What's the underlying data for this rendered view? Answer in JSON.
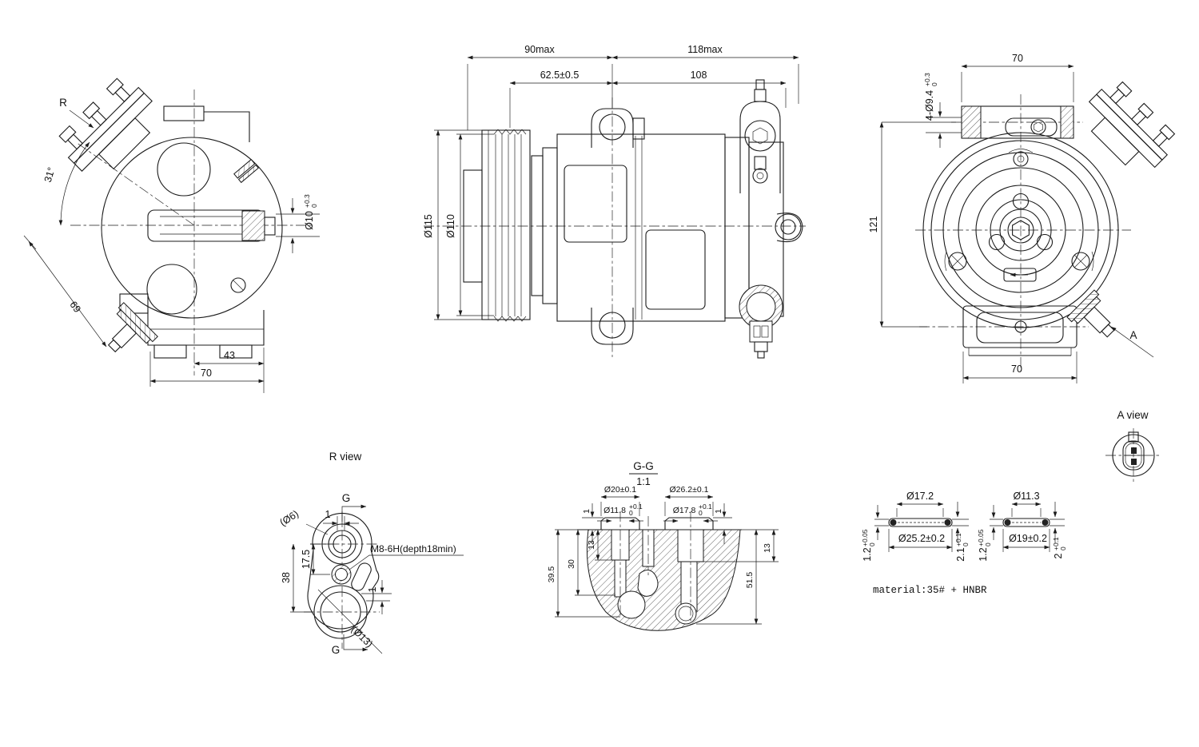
{
  "drawing": {
    "left_view": {
      "view_arrow": "R",
      "angle": "31°",
      "dim_diag": "69",
      "dim_43": "43",
      "dim_70": "70",
      "shaft_dia": "Ø10",
      "shaft_tol_up": "+0.3",
      "shaft_tol_dn": "0"
    },
    "front_view": {
      "dim_90max": "90max",
      "dim_118max": "118max",
      "dim_62_5": "62.5±0.5",
      "dim_108": "108",
      "dia_115": "Ø115",
      "dia_110": "Ø110"
    },
    "right_view": {
      "dim_70_top": "70",
      "holes": "4-Ø9.4",
      "holes_tol_up": "+0.3",
      "holes_tol_dn": "0",
      "dim_121": "121",
      "dim_70_bottom": "70",
      "view_arrow": "A"
    },
    "a_view": {
      "title": "A view"
    },
    "r_view": {
      "title": "R view",
      "cut_top": "G",
      "cut_bottom": "G",
      "dim_1_top": "1",
      "dim_1_bottom": "1",
      "port_small": "(Ø6)",
      "port_large": "(Ø13)",
      "thread_note": "M8-6H(depth18min)",
      "dim_17_5": "17.5",
      "dim_38": "38"
    },
    "section_gg": {
      "title": "G-G",
      "scale": "1:1",
      "dia_20": "Ø20±0.1",
      "dia_11_8": "Ø11.8",
      "dia_11_8_up": "+0.1",
      "dia_11_8_dn": "0",
      "dia_26_2": "Ø26.2±0.1",
      "dia_17_8": "Ø17.8",
      "dia_17_8_up": "+0.1",
      "dia_17_8_dn": "0",
      "dim_1_left": "1",
      "dim_1_right": "1",
      "dim_13_left": "13",
      "dim_30": "30",
      "dim_39_5": "39.5",
      "dim_13_right": "13",
      "dim_51_5": "51.5"
    },
    "seal_left": {
      "dia_top": "Ø17.2",
      "dia_bottom": "Ø25.2±0.2",
      "th_left": "1.2",
      "th_left_up": "+0.05",
      "th_left_dn": "0",
      "th_right": "2.1",
      "th_right_up": "+0.1",
      "th_right_dn": "0"
    },
    "seal_right": {
      "dia_top": "Ø11.3",
      "dia_bottom": "Ø19±0.2",
      "th_left": "1.2",
      "th_left_up": "+0.05",
      "th_left_dn": "0",
      "th_right": "2",
      "th_right_up": "+0.1",
      "th_right_dn": "0"
    },
    "material_note": "material:35# + HNBR"
  }
}
